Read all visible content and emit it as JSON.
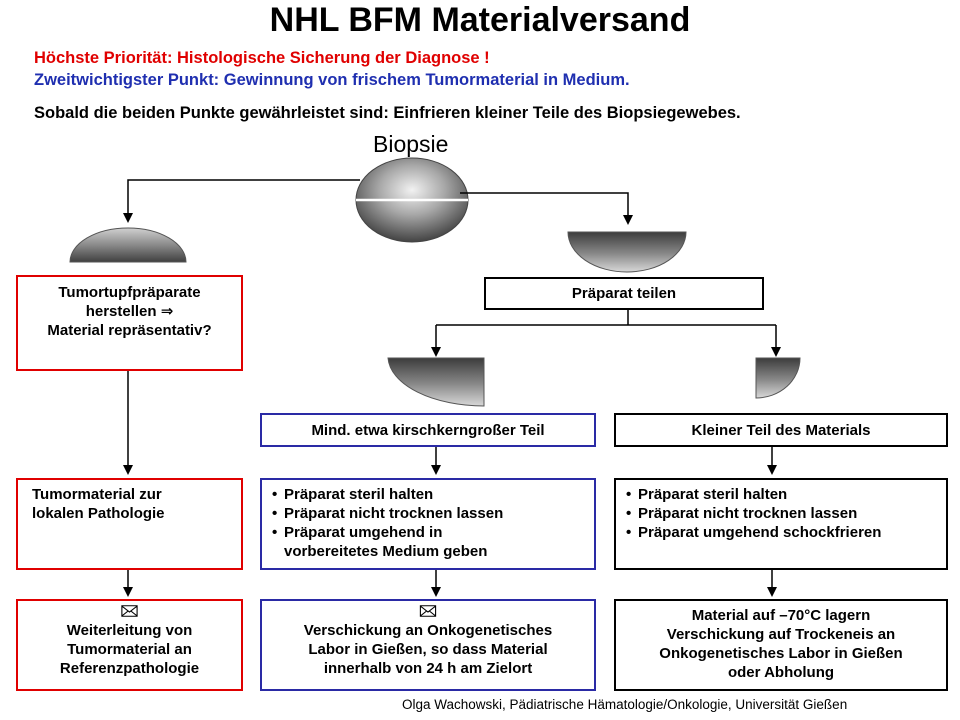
{
  "title": "NHL BFM Materialversand",
  "notes": {
    "line1": "Höchste Priorität: Histologische Sicherung der Diagnose !",
    "line2": "Zweitwichtigster Punkt: Gewinnung von frischem Tumormaterial in Medium.",
    "line3": "Sobald die beiden Punkte gewährleistet sind: Einfrieren kleiner Teile des Biopsiegewebes."
  },
  "biopsie_label": "Biopsie",
  "left": {
    "box1_line1": "Tumortupfpräparate",
    "box1_line2": "herstellen ⇒",
    "box1_line3": "Material repräsentativ?",
    "box2_line1": "Tumormaterial zur",
    "box2_line2": "lokalen Pathologie",
    "box3_symbol": "🖂",
    "box3_line1": "Weiterleitung von",
    "box3_line2": "Tumormaterial an",
    "box3_line3": "Referenzpathologie"
  },
  "split_label": "Präparat teilen",
  "middle": {
    "header": "Mind. etwa kirschkerngroßer Teil",
    "steps": [
      "Präparat steril halten",
      "Präparat nicht trocknen  lassen",
      "Präparat umgehend in",
      "vorbereitetes Medium geben"
    ],
    "box3_symbol": "🖂",
    "box3_line1": "Verschickung an Onkogenetisches",
    "box3_line2": "Labor in Gießen, so dass Material",
    "box3_line3": "innerhalb von 24 h am Zielort"
  },
  "right": {
    "header": "Kleiner Teil des Materials",
    "steps": [
      "Präparat steril halten",
      "Präparat nicht trocknen  lassen",
      "Präparat umgehend schockfrieren"
    ],
    "box3_line1": "Material auf –70°C lagern",
    "box3_line2": "Verschickung auf Trockeneis an",
    "box3_line3": "Onkogenetisches Labor in Gießen",
    "box3_line4": "oder Abholung"
  },
  "footer": "Olga Wachowski, Pädiatrische Hämatologie/Onkologie, Universität Gießen",
  "colors": {
    "red": "#e00000",
    "blue": "#1f2fb0",
    "blue_border": "#2a2aa5"
  }
}
